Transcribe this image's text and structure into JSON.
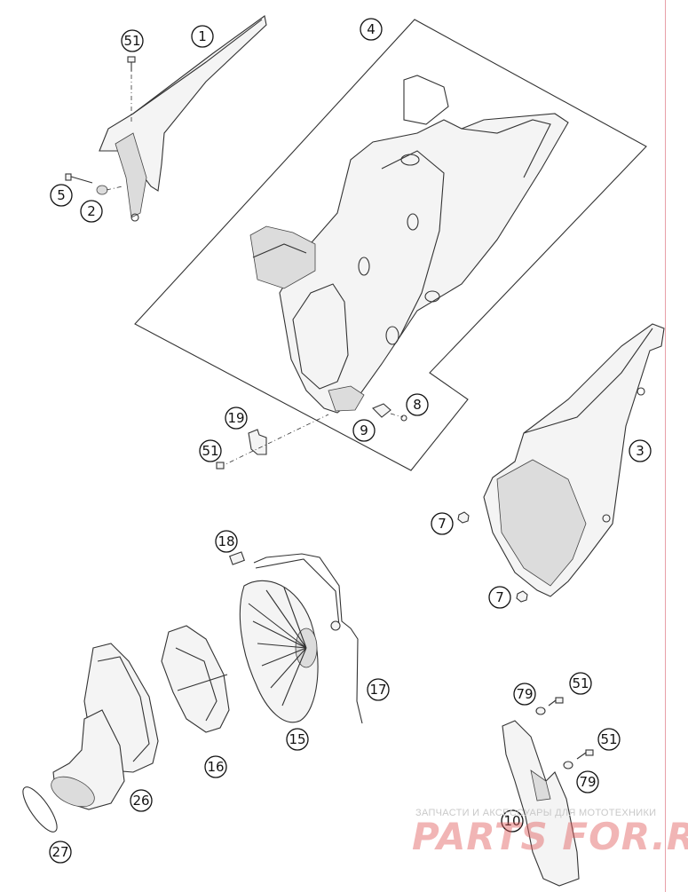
{
  "callouts": [
    {
      "id": "c1",
      "label": "1"
    },
    {
      "id": "c2",
      "label": "2"
    },
    {
      "id": "c3",
      "label": "3"
    },
    {
      "id": "c4",
      "label": "4"
    },
    {
      "id": "c5",
      "label": "5"
    },
    {
      "id": "c7a",
      "label": "7"
    },
    {
      "id": "c7b",
      "label": "7"
    },
    {
      "id": "c8",
      "label": "8"
    },
    {
      "id": "c9",
      "label": "9"
    },
    {
      "id": "c10",
      "label": "10"
    },
    {
      "id": "c15",
      "label": "15"
    },
    {
      "id": "c16",
      "label": "16"
    },
    {
      "id": "c17",
      "label": "17"
    },
    {
      "id": "c18",
      "label": "18"
    },
    {
      "id": "c19",
      "label": "19"
    },
    {
      "id": "c26",
      "label": "26"
    },
    {
      "id": "c27",
      "label": "27"
    },
    {
      "id": "c51a",
      "label": "51"
    },
    {
      "id": "c51b",
      "label": "51"
    },
    {
      "id": "c51c",
      "label": "51"
    },
    {
      "id": "c51d",
      "label": "51"
    },
    {
      "id": "c79a",
      "label": "79"
    },
    {
      "id": "c79b",
      "label": "79"
    }
  ],
  "watermark": {
    "tagline": "ЗАПЧАСТИ И АКСЕССУАРЫ ДЛЯ МОТОТЕХНИКИ",
    "brand": "PARTS FOR.RU"
  }
}
